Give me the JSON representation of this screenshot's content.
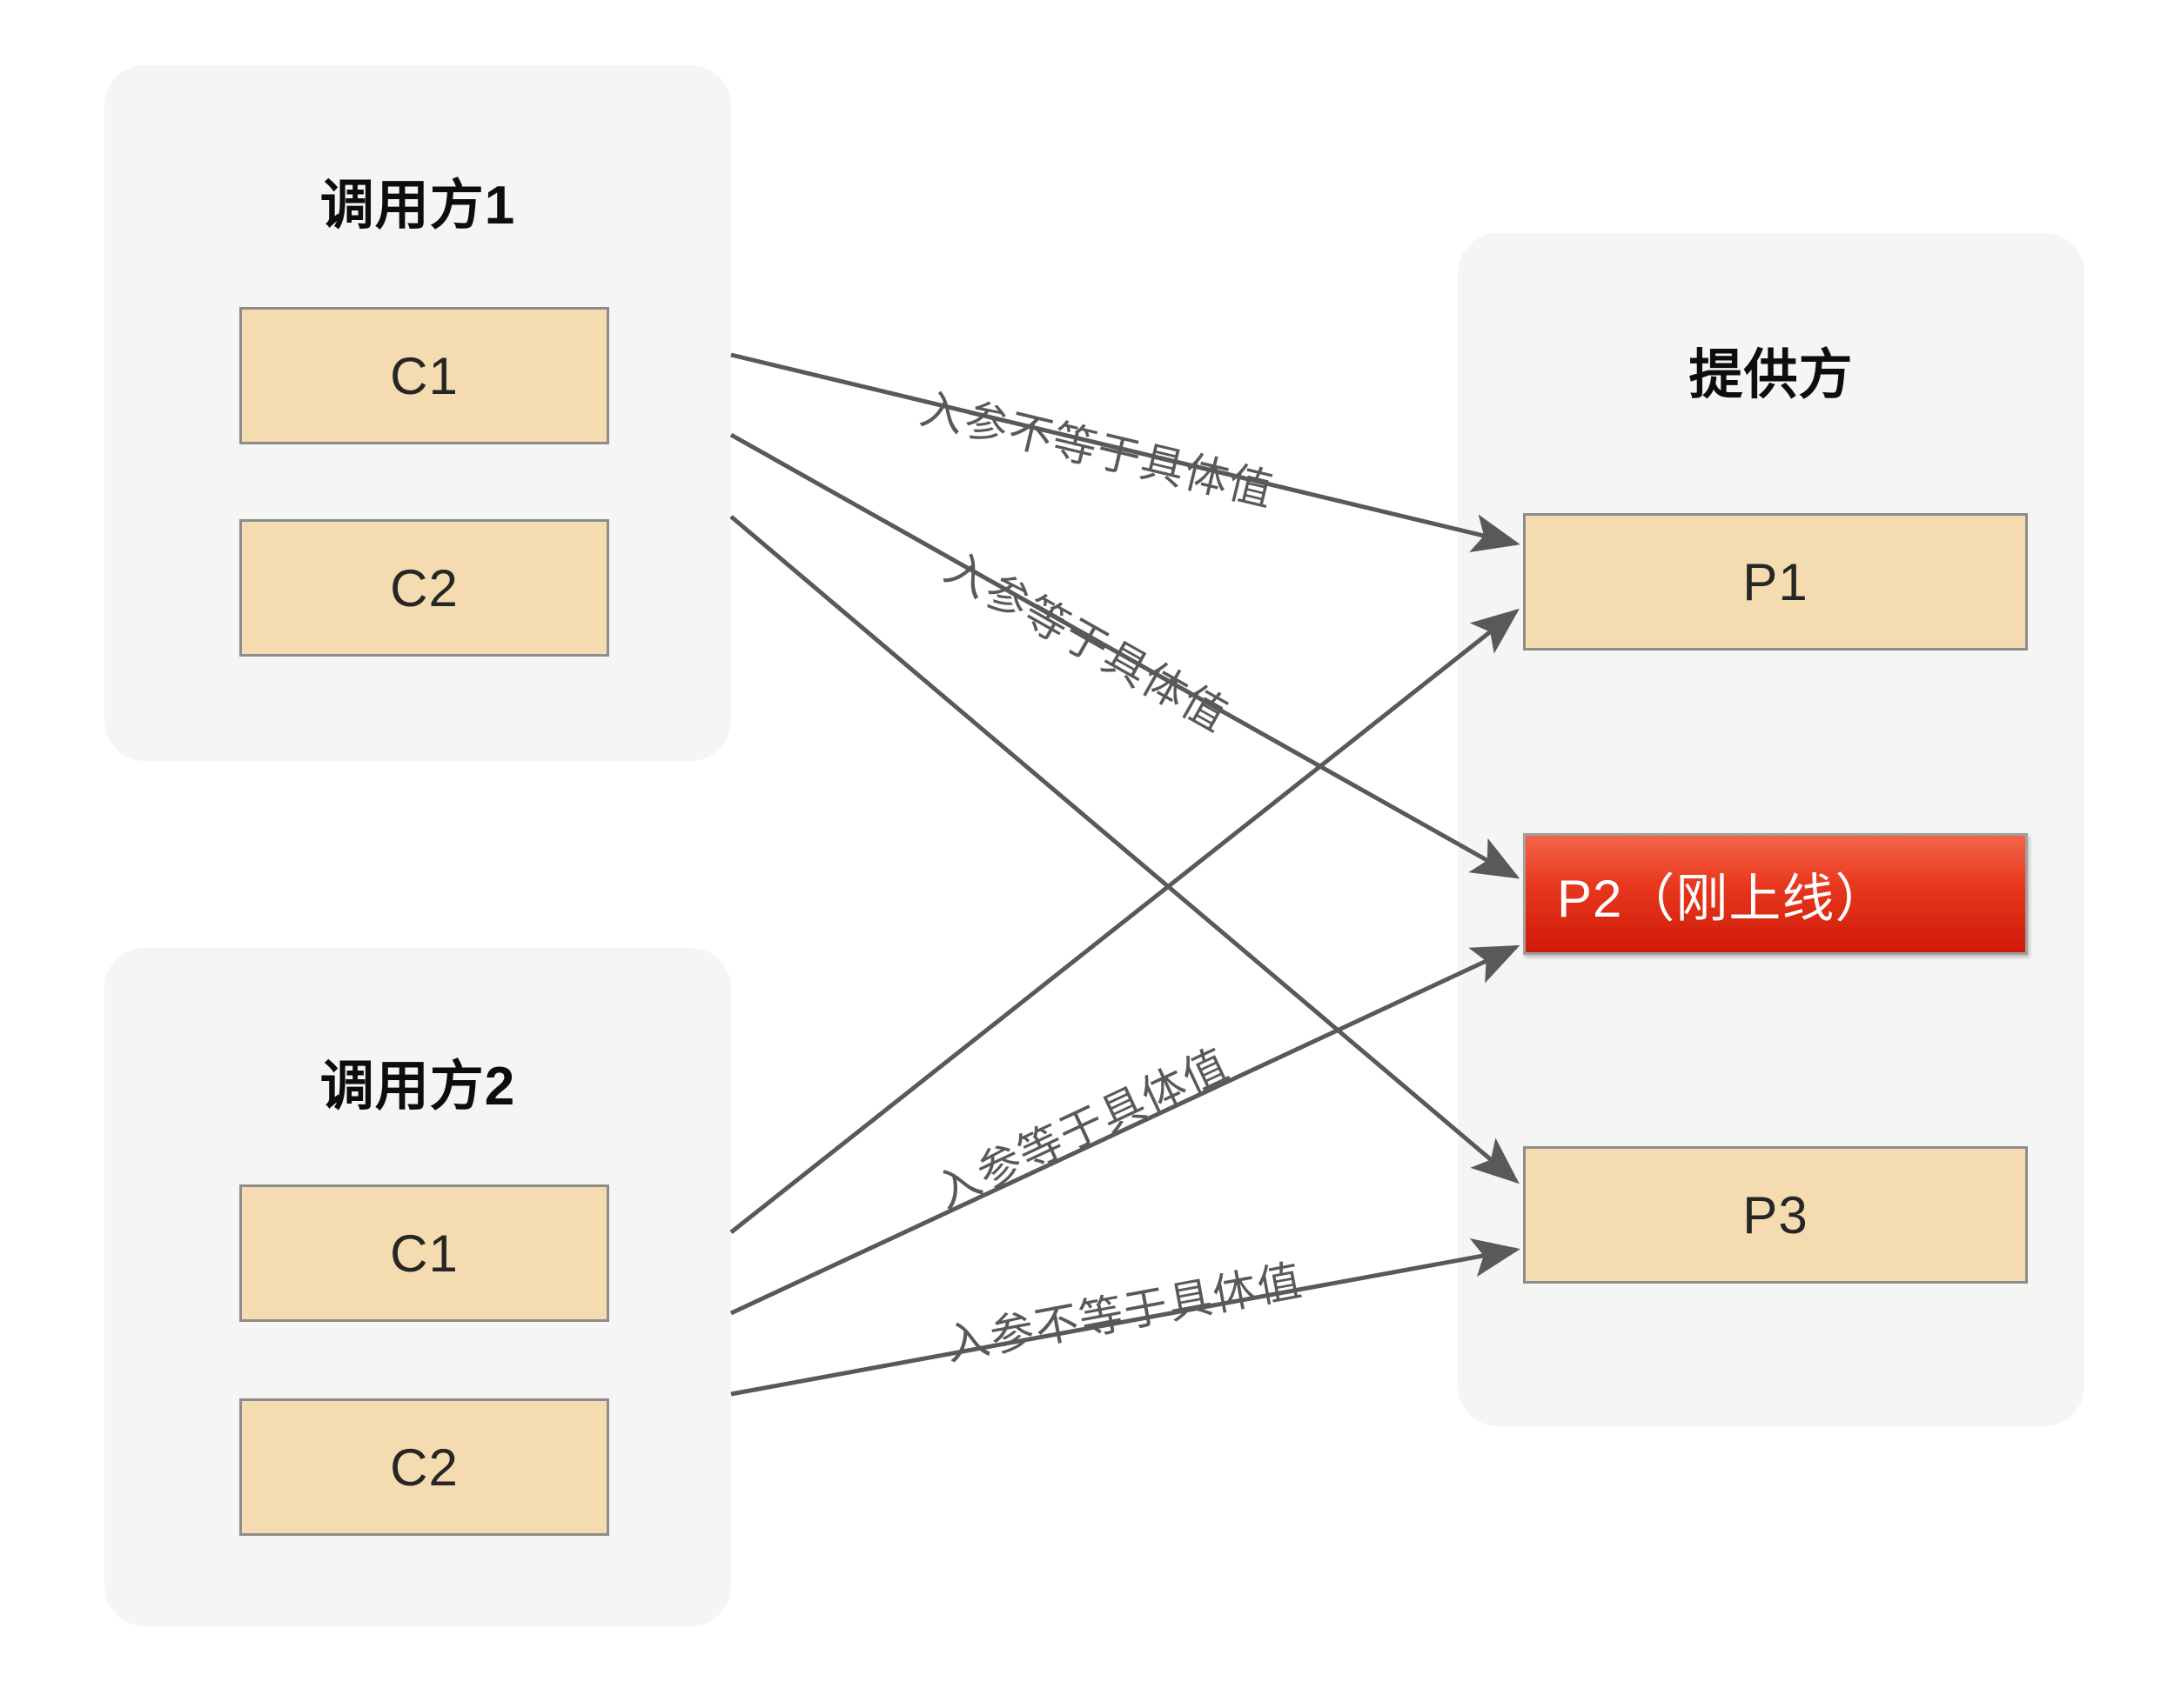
{
  "diagram": {
    "background": "#ffffff",
    "panel_fill": "#f5f5f3",
    "node_fill": "#f4dcb0",
    "node_border": "#8c8c8c",
    "highlight_fill_top": "#f4654a",
    "highlight_fill_bottom": "#cf1a08",
    "edge_color": "#595959",
    "text_color": "#262626"
  },
  "panels": [
    {
      "id": "caller1",
      "title": "调用方1",
      "nodes": [
        {
          "id": "c1-1",
          "label": "C1"
        },
        {
          "id": "c1-2",
          "label": "C2"
        }
      ]
    },
    {
      "id": "caller2",
      "title": "调用方2",
      "nodes": [
        {
          "id": "c2-1",
          "label": "C1"
        },
        {
          "id": "c2-2",
          "label": "C2"
        }
      ]
    },
    {
      "id": "provider",
      "title": "提供方",
      "nodes": [
        {
          "id": "p1",
          "label": "P1",
          "style": "tan"
        },
        {
          "id": "p2",
          "label": "P2（刚上线）",
          "style": "highlight"
        },
        {
          "id": "p3",
          "label": "P3",
          "style": "tan"
        }
      ]
    }
  ],
  "edges": [
    {
      "id": "e1",
      "from": "caller1",
      "to": "p1",
      "label": "入参不等于具体值"
    },
    {
      "id": "e2",
      "from": "caller1",
      "to": "p2",
      "label": "入参等于具体值"
    },
    {
      "id": "e3",
      "from": "caller1",
      "to": "p3",
      "label": ""
    },
    {
      "id": "e4",
      "from": "caller2",
      "to": "p1",
      "label": ""
    },
    {
      "id": "e5",
      "from": "caller2",
      "to": "p2",
      "label": "入参等于具体值"
    },
    {
      "id": "e6",
      "from": "caller2",
      "to": "p3",
      "label": "入参不等于具体值"
    }
  ]
}
